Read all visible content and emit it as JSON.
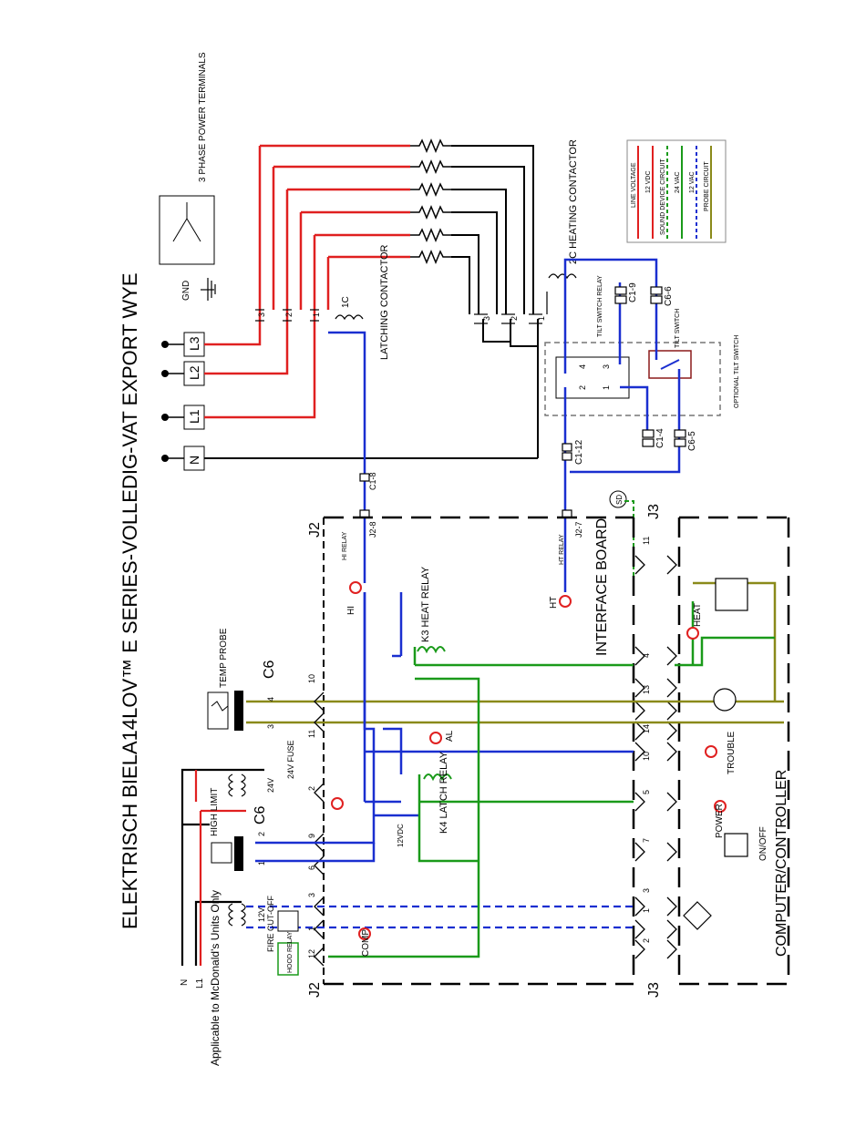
{
  "diagram": {
    "title": "ELEKTRISCH BIELA14LOV™ E SERIES-VOLLEDIG-VAT EXPORT WYE",
    "terminals": [
      "L3",
      "L2",
      "L1",
      "N"
    ],
    "labels": {
      "three_phase": "3 PHASE POWER TERMINALS",
      "gnd": "GND",
      "latching_contactor": "LATCHING CONTACTOR",
      "contactor_1c": "1C",
      "heating_contactor": "2C HEATING CONTACTOR",
      "temp_probe": "TEMP PROBE",
      "high_limit": "HIGH LIMIT",
      "fuse": "24V FUSE",
      "c6_top": "C6",
      "c6_mid": "C6",
      "j2_top": "J2",
      "j2_bottom": "J2",
      "j3_top": "J3",
      "j3_bottom": "J3",
      "hi_relay": "HI RELAY",
      "ht_relay": "HT RELAY",
      "hi": "HI",
      "ht": "HT",
      "k3": "K3 HEAT RELAY",
      "k4": "K4 LATCH RELAY",
      "al": "AL",
      "interface_board": "INTERFACE BOARD",
      "computer_controller": "COMPUTER/CONTROLLER",
      "comp": "COMP",
      "fire_cut_off": "FIRE CUT-OFF",
      "hood_relay": "HOOD RELAY",
      "applicable": "Applicable to McDonald's Units Only",
      "n_small": "N",
      "l1_small": "L1",
      "v12dc": "12VDC",
      "v24": "24V",
      "v12": "12V",
      "trouble": "TROUBLE",
      "power": "POWER",
      "onoff": "ON/OFF",
      "heat": "HEAT",
      "tilt_switch_relay": "TILT SWITCH RELAY",
      "tilt_switch": "TILT SWITCH",
      "optional_tilt": "OPTIONAL TILT SWITCH",
      "sd": "SD",
      "c1_8": "C1-8",
      "j2_8": "J2-8",
      "c1_12": "C1-12",
      "j2_7": "J2-7",
      "c1_9": "C1-9",
      "c6_6": "C6-6",
      "c1_4": "C1-4",
      "c6_5": "C6-5"
    },
    "legend": [
      {
        "text": "LINE VOLTAGE",
        "color": "#e02020",
        "style": "solid"
      },
      {
        "text": "12 VDC",
        "color": "#e02020",
        "style": "solid"
      },
      {
        "text": "SOUND DEVICE CIRCUIT",
        "color": "#1a9a1a",
        "style": "dashed"
      },
      {
        "text": "24 VAC",
        "color": "#1a9a1a",
        "style": "solid"
      },
      {
        "text": "12 VAC",
        "color": "#1a2fd0",
        "style": "dashed"
      },
      {
        "text": "PROBE CIRCUIT",
        "color": "#8a8a1a",
        "style": "solid"
      }
    ],
    "pins": {
      "j2": [
        "10",
        "11",
        "2",
        "9",
        "6",
        "3",
        "1",
        "12"
      ],
      "c6_top": [
        "4",
        "3"
      ],
      "c6_mid": [
        "2",
        "1"
      ],
      "j3": [
        "11",
        "4",
        "13",
        "14",
        "10",
        "5",
        "7",
        "3",
        "1",
        "2"
      ],
      "c1c": [
        "3",
        "2",
        "1"
      ],
      "c2c": [
        "3",
        "2",
        "1"
      ],
      "relay_pins": [
        "4",
        "3",
        "2",
        "1"
      ]
    },
    "colors": {
      "red": "#e02020",
      "blue": "#1a2fd0",
      "green": "#1a9a1a",
      "olive": "#8a8a1a",
      "black": "#000000"
    }
  }
}
